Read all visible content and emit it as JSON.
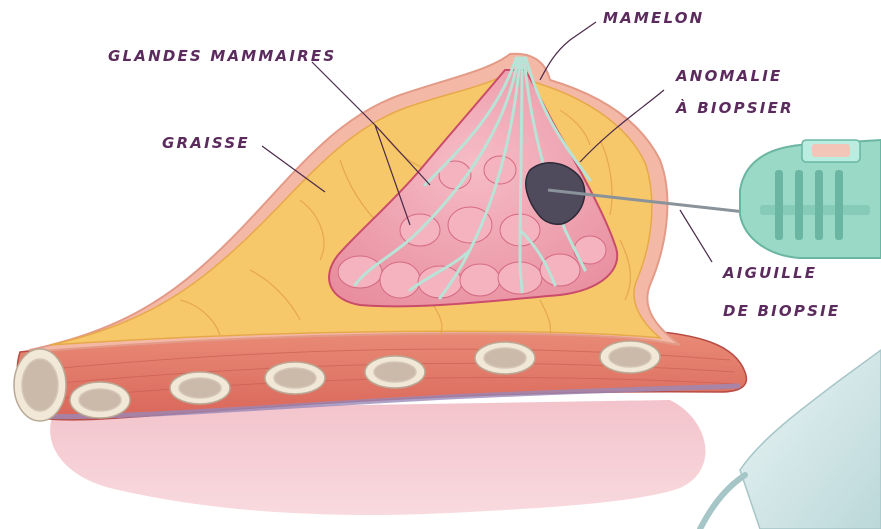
{
  "labels": {
    "mamelon": "MAMELON",
    "glandes": "GLANDES MAMMAIRES",
    "anomalie_line1": "ANOMALIE",
    "anomalie_line2": "À BIOPSIER",
    "graisse": "GRAISSE",
    "aiguille_line1": "AIGUILLE",
    "aiguille_line2": "DE BIOPSIE"
  },
  "colors": {
    "label_text": "#5b2b5e",
    "leader_line": "#4a2a4a",
    "skin": "#f4b9a6",
    "fat": "#f7c86a",
    "gland": "#f0a8b4",
    "duct": "#b8e3d6",
    "anomaly": "#4f4a5c",
    "muscle": "#e47f6c",
    "rib": "#f2e8d8",
    "body_tissue": "#f1c6cf",
    "device": "#9ad9c6"
  },
  "icons": {
    "needle": "biopsy-needle-icon",
    "probe": "ultrasound-probe-icon"
  }
}
